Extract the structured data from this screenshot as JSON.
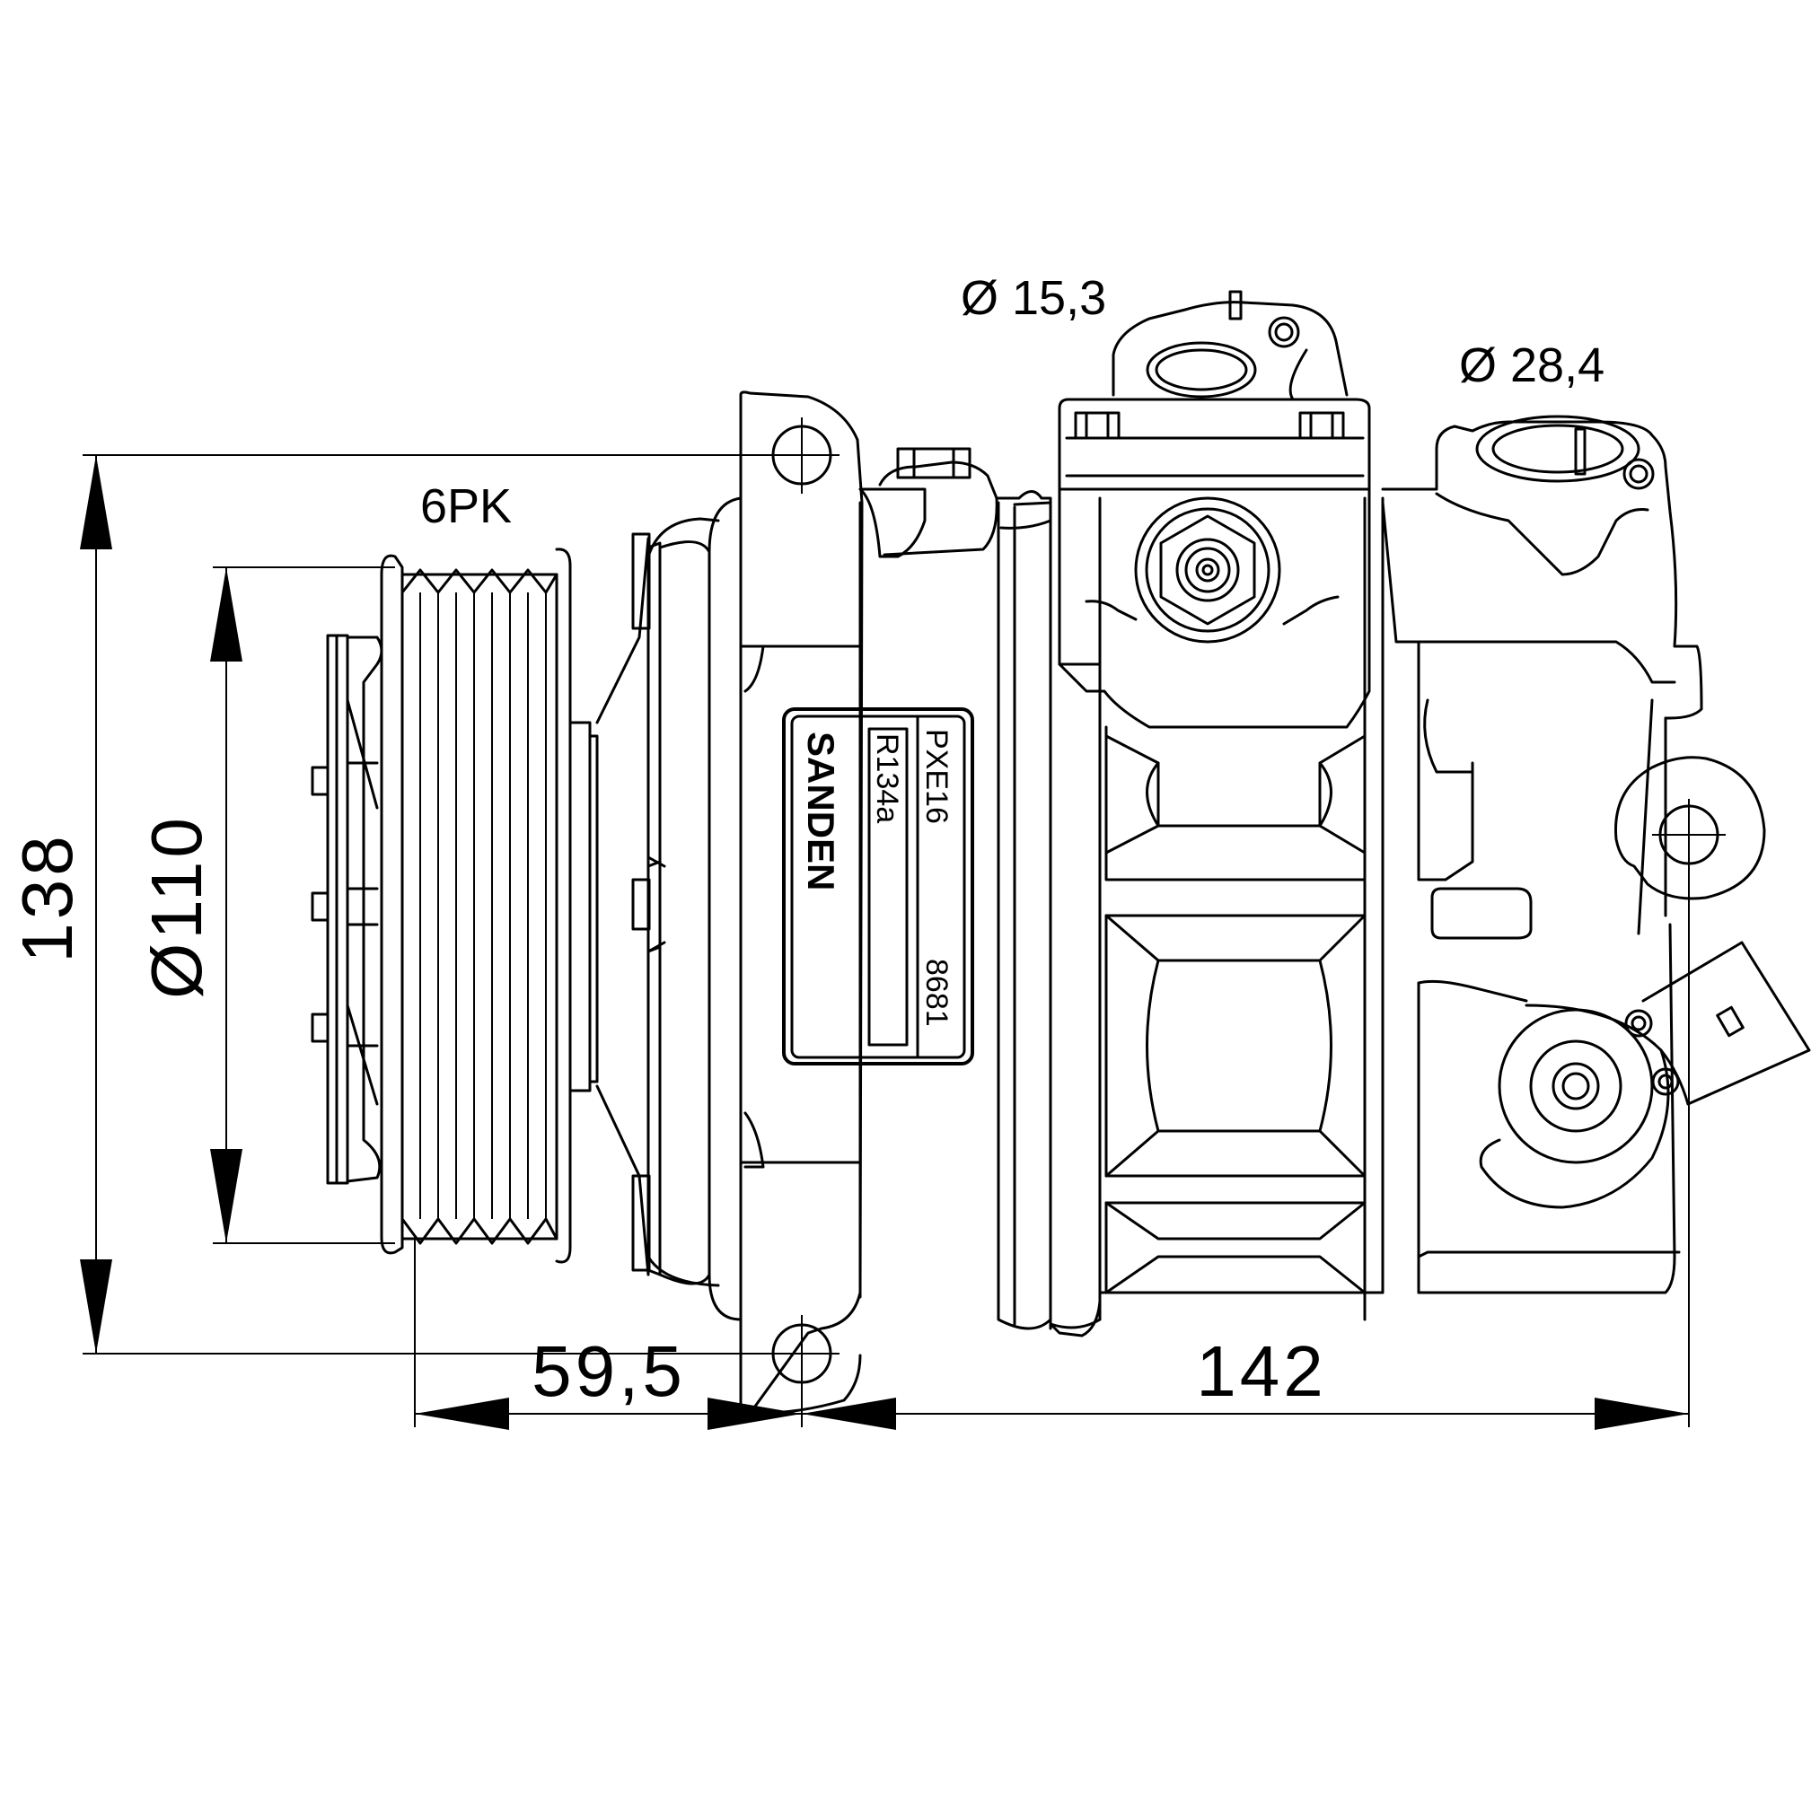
{
  "drawing": {
    "dimensions": {
      "overall_height": "138",
      "pulley_diameter": "Ø110",
      "pulley_offset": "59,5",
      "body_length": "142"
    },
    "ports": {
      "suction_port": "Ø 15,3",
      "discharge_port": "Ø 28,4"
    },
    "pulley": {
      "belt_profile": "6PK"
    },
    "nameplate": {
      "brand": "SANDEN",
      "model": "PXE16",
      "refrigerant": "R134a",
      "serial": "8681"
    }
  }
}
